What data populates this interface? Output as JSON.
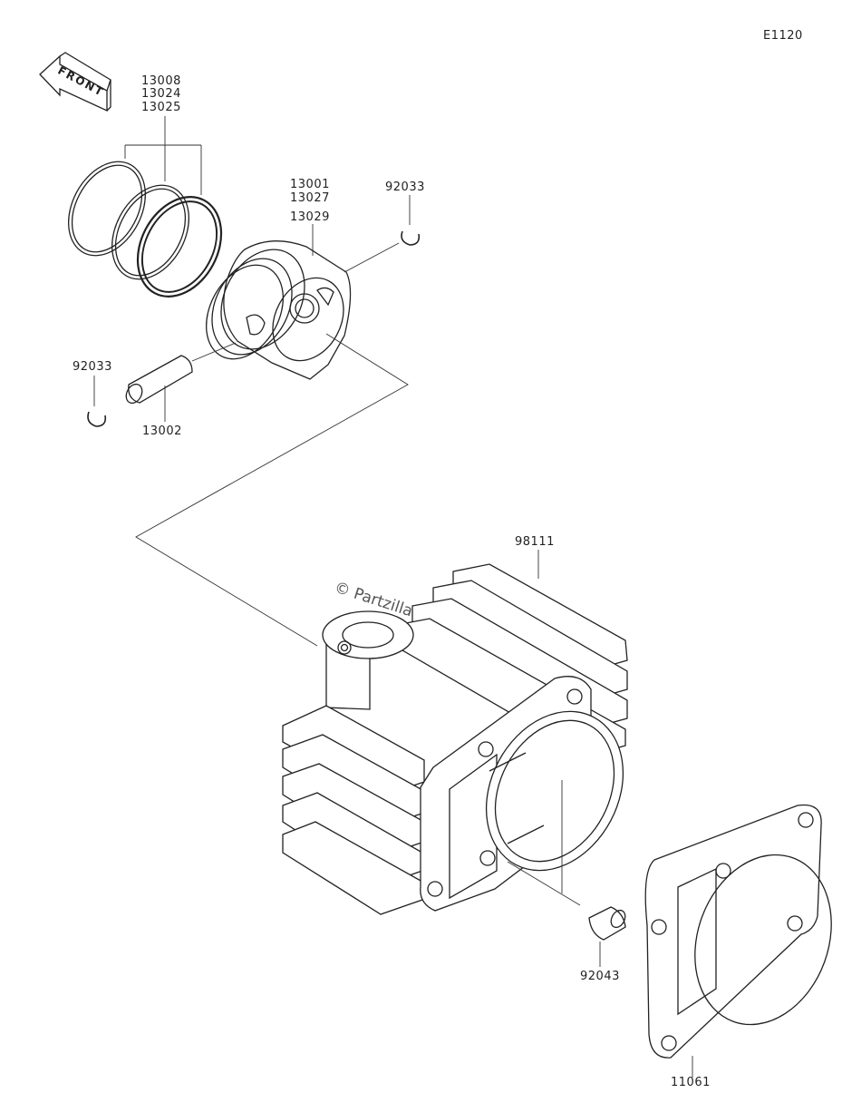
{
  "diagram_code": "E1120",
  "front_label": "FRONT",
  "watermark": "© Partzilla.com",
  "parts": {
    "rings": [
      "13008",
      "13024",
      "13025"
    ],
    "piston": [
      "13001",
      "13027",
      "13029"
    ],
    "clip_right": "92033",
    "clip_left": "92033",
    "piston_pin": "13002",
    "cylinder": "98111",
    "dowel_pin": "92043",
    "gasket": "11061"
  }
}
